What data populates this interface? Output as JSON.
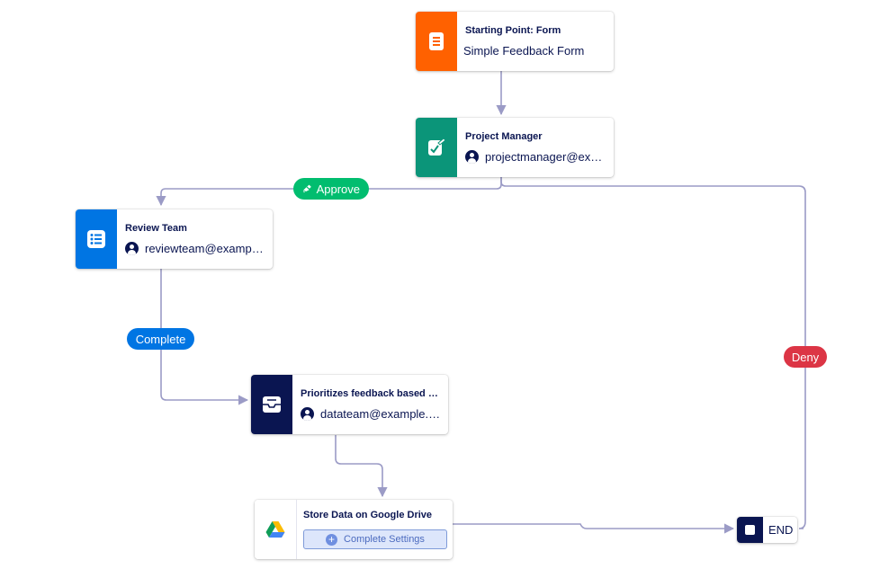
{
  "colors": {
    "connector": "#9b9bc6",
    "form_orange": "#ff6100",
    "approval_green": "#0b9579",
    "task_blue": "#0075e3",
    "navy": "#0a1551",
    "approve_pill": "#01bd6f",
    "complete_pill": "#0075e3",
    "deny_pill": "#dc3545"
  },
  "nodes": {
    "start": {
      "title": "Starting Point: Form",
      "subtitle": "Simple Feedback Form",
      "icon": "form-icon"
    },
    "project_manager": {
      "title": "Project Manager",
      "assignee": "projectmanager@example.com",
      "icon": "approval-icon"
    },
    "review_team": {
      "title": "Review Team",
      "assignee": "reviewteam@example.com",
      "icon": "checklist-icon"
    },
    "prioritize": {
      "title": "Prioritizes feedback based on impact",
      "assignee": "datateam@example.com",
      "icon": "inbox-icon"
    },
    "google_drive": {
      "title": "Store Data on Google Drive",
      "button": "Complete Settings",
      "icon": "google-drive-icon"
    },
    "end": {
      "label": "END",
      "icon": "stop-icon"
    }
  },
  "branches": {
    "approve": "Approve",
    "complete": "Complete",
    "deny": "Deny"
  }
}
